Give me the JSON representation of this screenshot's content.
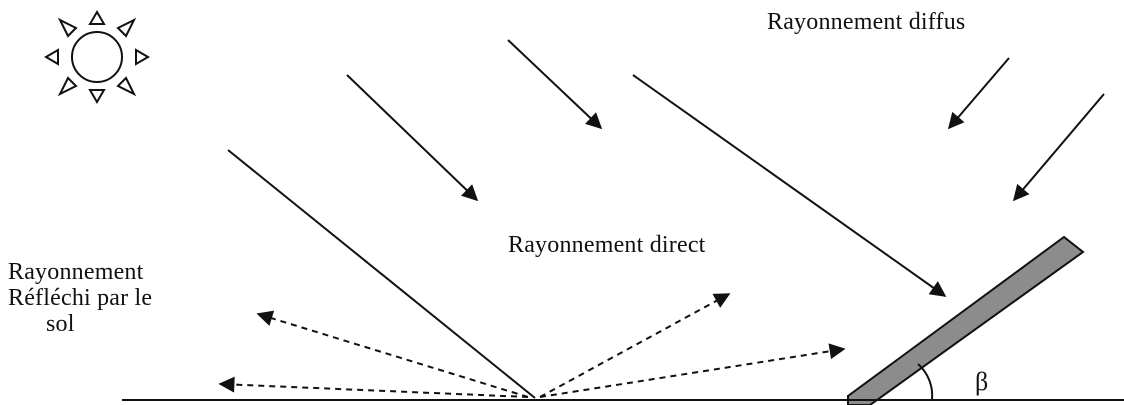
{
  "labels": {
    "diffuse": "Rayonnement diffus",
    "direct": "Rayonnement direct",
    "reflected_line1": "Rayonnement",
    "reflected_line2": "Réfléchi par le",
    "reflected_line3": "sol",
    "angle": "β"
  },
  "colors": {
    "stroke": "#111111",
    "panel_fill": "#8c8c8c",
    "sun_fill": "#ffffff",
    "background": "#ffffff"
  },
  "icons": {
    "sun": "sun-icon"
  }
}
